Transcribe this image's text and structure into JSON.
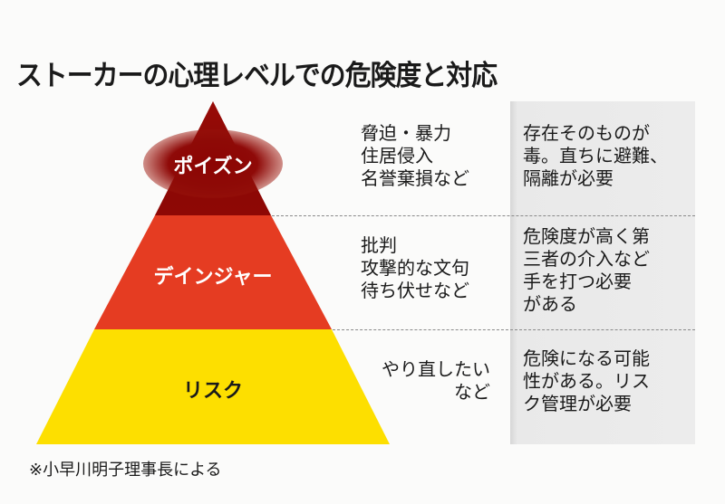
{
  "title": "ストーカーの心理レベルでの危険度と対応",
  "colors": {
    "poison": "#8e0a06",
    "danger": "#e53c22",
    "risk": "#fddf00",
    "panel": "#ececec",
    "text": "#1a1a1a",
    "dash": "#8a8a8a"
  },
  "levels": [
    {
      "name": "ポイズン",
      "behaviors": [
        "脅迫・暴力",
        "住居侵入",
        "名誉棄損など"
      ],
      "response": [
        "存在そのものが",
        "毒。直ちに避難、",
        "隔離が必要"
      ]
    },
    {
      "name": "デインジャー",
      "behaviors": [
        "批判",
        "攻撃的な文句",
        "待ち伏せなど"
      ],
      "response": [
        "危険度が高く第",
        "三者の介入など",
        "手を打つ必要",
        "がある"
      ]
    },
    {
      "name": "リスク",
      "behaviors": [
        "やり直したい",
        "など"
      ],
      "response": [
        "危険になる可能",
        "性がある。リス",
        "ク管理が必要"
      ]
    }
  ],
  "footnote": "※小早川明子理事長による"
}
